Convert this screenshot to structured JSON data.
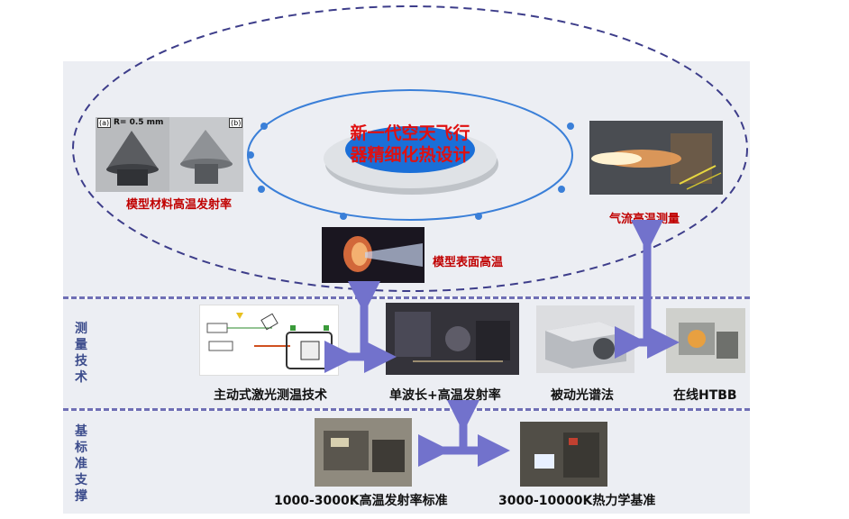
{
  "core": {
    "line1": "新一代空天飞行",
    "line2": "器精细化热设计"
  },
  "model_photo": {
    "tag_a": "(a)",
    "radius": "R= 0.5 mm",
    "tag_b": "(b)"
  },
  "labels": {
    "emissivity": "模型材料高温发射率",
    "surface_temp": "模型表面高温",
    "airflow": "气流高温测量"
  },
  "rows": {
    "measurement": "测量技术",
    "standards": "基标准支撑"
  },
  "techniques": {
    "laser": "主动式激光测温技术",
    "single_wavelength": "单波长+高温发射率",
    "spectroscopy": "被动光谱法",
    "htbb": "在线HTBB"
  },
  "standards": {
    "emissivity_std": "1000-3000K高温发射率标准",
    "thermo_std": "3000-10000K热力学基准"
  },
  "colors": {
    "accent_red": "#c00000",
    "arrow": "#7272cc",
    "dash": "#3d3d8a",
    "core_blue": "#1a6fd8"
  }
}
